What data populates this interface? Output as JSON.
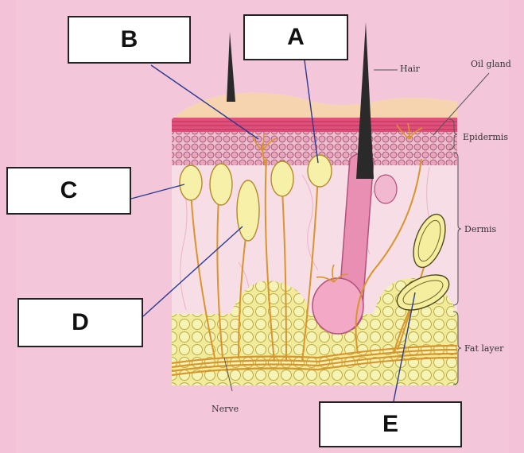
{
  "diagram": {
    "annotations": {
      "hair": "Hair",
      "oil_gland": "Oil gland",
      "epidermis": "Epidermis",
      "dermis": "Dermis",
      "fat_layer": "Fat layer",
      "nerve": "Nerve"
    },
    "label_boxes": {
      "a": "A",
      "b": "B",
      "c": "C",
      "d": "D",
      "e": "E"
    },
    "colors": {
      "background": "#f3c2d8",
      "epidermis_top": "#f6d4b0",
      "epidermis_band": "#e0507a",
      "cell_layer": "#d98aa8",
      "dermis": "#f7dde6",
      "fat": "#f2ec9a",
      "nerve": "#d9952b",
      "hair": "#2a2a2a",
      "pointer_line": "#2b3a8f"
    }
  }
}
